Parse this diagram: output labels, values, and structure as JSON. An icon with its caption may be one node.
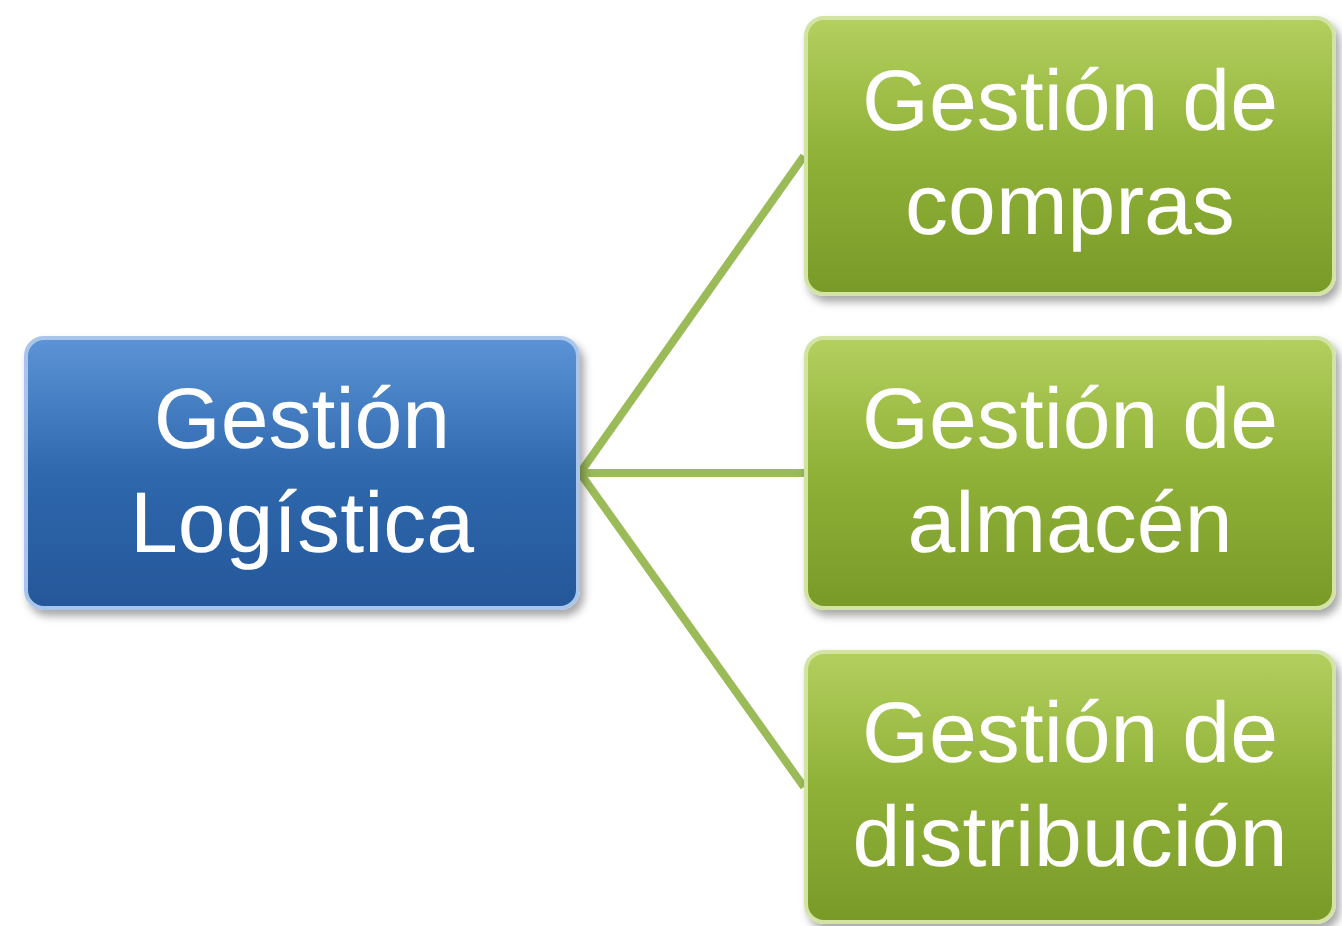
{
  "diagram": {
    "nodes": [
      {
        "text": [
          "Gestión Logística"
        ]
      },
      {
        "text": [
          "Gestión de compras"
        ]
      },
      {
        "text": [
          "Gestión de almacén"
        ]
      },
      {
        "text": [
          "Gestión de distribución"
        ]
      }
    ],
    "edges": [
      {
        "from": 0,
        "to": 1,
        "arrow": "none"
      },
      {
        "from": 0,
        "to": 2,
        "arrow": "none"
      },
      {
        "from": 0,
        "to": 3,
        "arrow": "none"
      }
    ]
  }
}
